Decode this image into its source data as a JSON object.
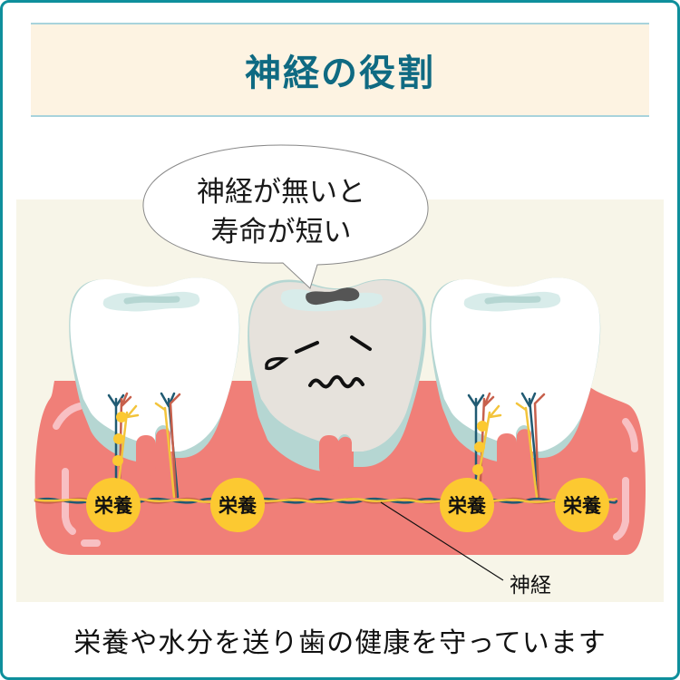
{
  "title": "神経の役割",
  "speech_bubble": {
    "line1": "神経が無いと",
    "line2": "寿命が短い"
  },
  "labels": {
    "nutrients": [
      "栄養",
      "栄養",
      "栄養",
      "栄養"
    ],
    "nerve": "神経"
  },
  "caption": "栄養や水分を送り歯の健康を守っています",
  "colors": {
    "frame": "#0e8f9c",
    "title_text": "#0f6a82",
    "title_band": "#fdf3e2",
    "panel": "#f7f5e8",
    "gum": "#f07f78",
    "gum_highlight": "#f8c0c3",
    "tooth_healthy": "#ffffff",
    "tooth_dead": "#e6e2dc",
    "tooth_shadow": "#b5d6d2",
    "nutrient": "#fcc931",
    "nerve_blue": "#205a72",
    "nerve_red": "#c7604c",
    "nerve_yellow": "#f3c43b",
    "decay": "#555555"
  }
}
